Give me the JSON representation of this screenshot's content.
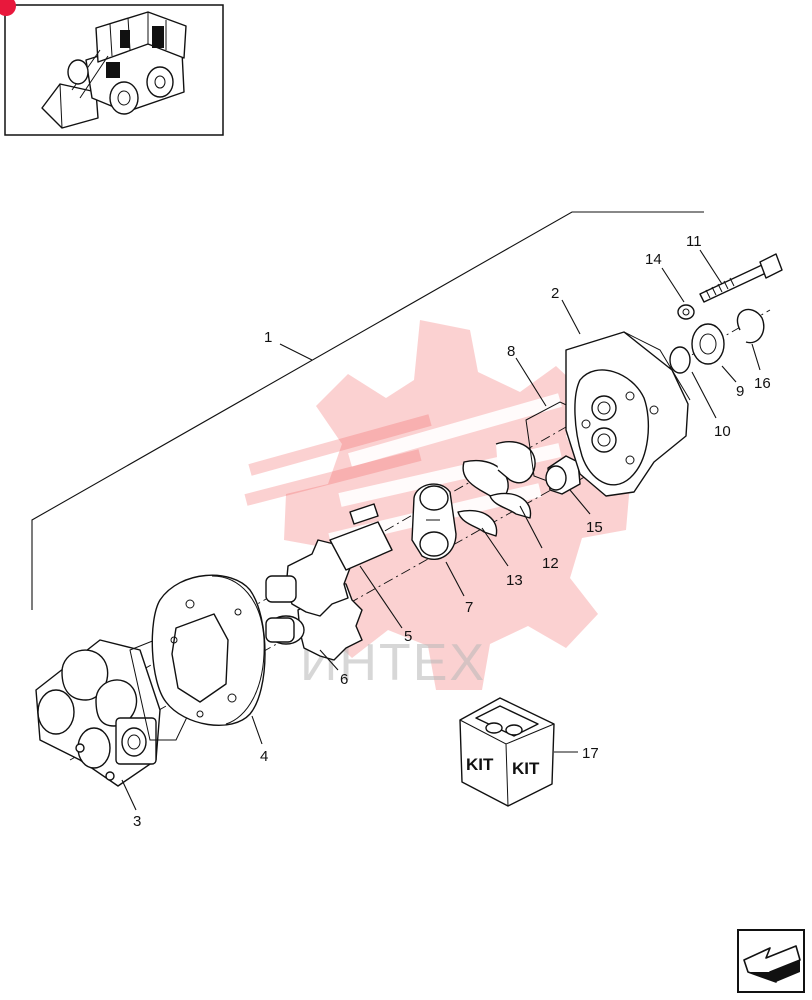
{
  "watermark": {
    "text": "ИНТЕХ",
    "color": "#f05a5a"
  },
  "callouts": [
    {
      "id": "1",
      "text": "1"
    },
    {
      "id": "2",
      "text": "2"
    },
    {
      "id": "3",
      "text": "3"
    },
    {
      "id": "4",
      "text": "4"
    },
    {
      "id": "5",
      "text": "5"
    },
    {
      "id": "6",
      "text": "6"
    },
    {
      "id": "7",
      "text": "7"
    },
    {
      "id": "8",
      "text": "8"
    },
    {
      "id": "9",
      "text": "9"
    },
    {
      "id": "10",
      "text": "10"
    },
    {
      "id": "11",
      "text": "11"
    },
    {
      "id": "12",
      "text": "12"
    },
    {
      "id": "13",
      "text": "13"
    },
    {
      "id": "14",
      "text": "14"
    },
    {
      "id": "15",
      "text": "15"
    },
    {
      "id": "16",
      "text": "16"
    },
    {
      "id": "17",
      "text": "17"
    }
  ],
  "kit": {
    "label": "KIT"
  },
  "corner_badge": {
    "color": "#e8183c"
  },
  "icons": [
    "skid-steer-loader-thumbnail",
    "next-page-arrow-icon",
    "kit-box-icon"
  ]
}
